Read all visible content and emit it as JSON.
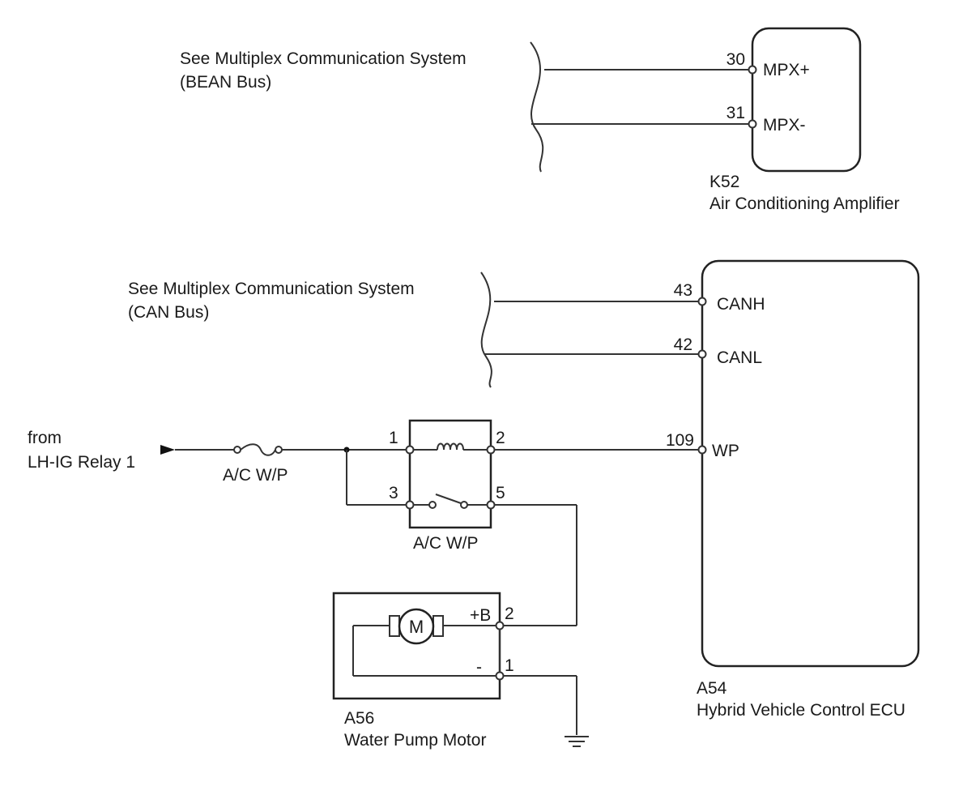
{
  "bean_ref": {
    "line1": "See Multiplex Communication System",
    "line2": "(BEAN Bus)"
  },
  "can_ref": {
    "line1": "See Multiplex Communication System",
    "line2": "(CAN Bus)"
  },
  "k52": {
    "code": "K52",
    "name": "Air Conditioning Amplifier",
    "pins": [
      {
        "num": "30",
        "name": "MPX+"
      },
      {
        "num": "31",
        "name": "MPX-"
      }
    ]
  },
  "a54": {
    "code": "A54",
    "name": "Hybrid Vehicle Control ECU",
    "pins": [
      {
        "num": "43",
        "name": "CANH"
      },
      {
        "num": "42",
        "name": "CANL"
      },
      {
        "num": "109",
        "name": "WP"
      }
    ]
  },
  "source": {
    "line1": "from",
    "line2": "LH-IG Relay 1"
  },
  "fuse": {
    "name": "A/C W/P"
  },
  "relay": {
    "name": "A/C W/P",
    "pins": [
      "1",
      "2",
      "3",
      "5"
    ]
  },
  "a56": {
    "code": "A56",
    "name": "Water Pump Motor",
    "motor_symbol": "M",
    "pos_label": "+B",
    "neg_label": "-",
    "pins": [
      "2",
      "1"
    ]
  }
}
